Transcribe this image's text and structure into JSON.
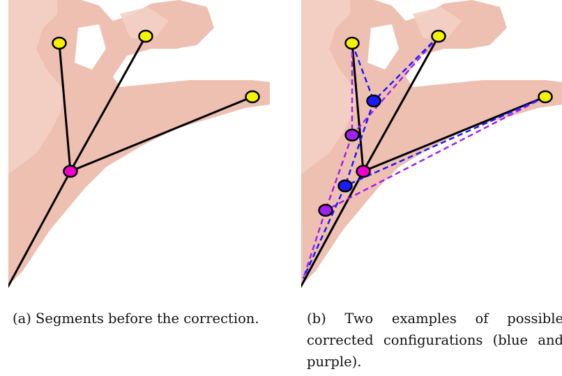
{
  "captions": {
    "a": "(a) Segments before the correction.",
    "b": "(b) Two examples of possible corrected configurations (blue and purple)."
  },
  "colors": {
    "tissue": "#ebb5a5",
    "tissue_light": "#f3d0c4",
    "segment": "#000000",
    "endpoint": "#f5f200",
    "branch_point": "#f000d0",
    "blue_config": "#1a1aff",
    "purple_config": "#a020f0"
  },
  "legend": {
    "blue": "blue",
    "purple": "purple"
  }
}
